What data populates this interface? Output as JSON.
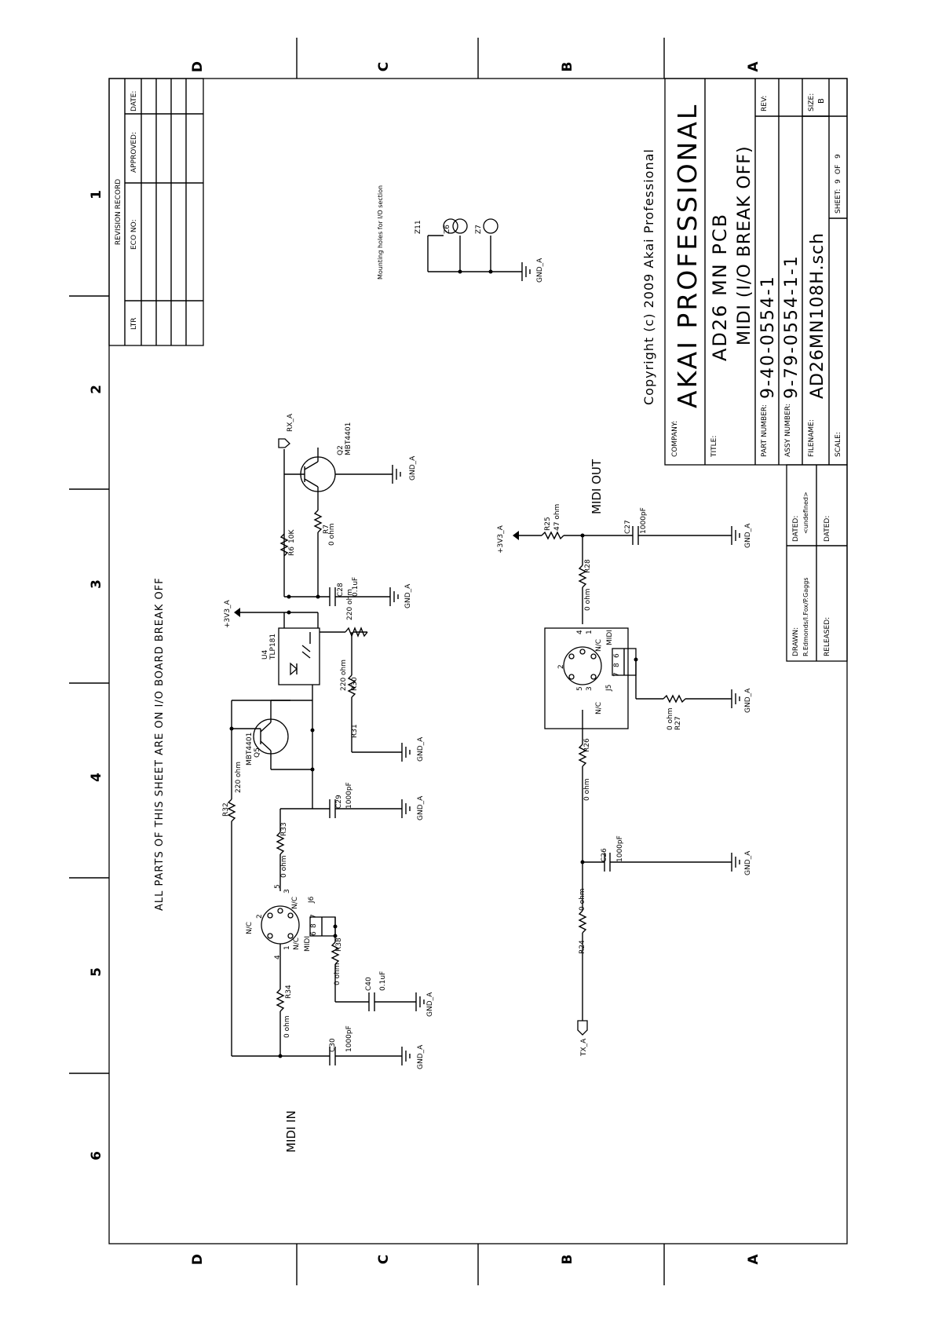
{
  "zones": {
    "letters": [
      "D",
      "C",
      "B",
      "A"
    ],
    "numbers": [
      "1",
      "2",
      "3",
      "4",
      "5",
      "6"
    ]
  },
  "notes": {
    "all_parts": "ALL PARTS OF THIS SHEET ARE ON I/O BOARD BREAK OFF",
    "mounting": "Mounting holes for I/O section",
    "midi_in": "MIDI IN",
    "midi_out": "MIDI OUT",
    "copyright": "Copyright (c) 2009 Akai Professional"
  },
  "revision": {
    "title": "REVISION RECORD",
    "col_ltr": "LTR",
    "col_eco": "ECO NO:",
    "col_approved": "APPROVED:",
    "col_date": "DATE:"
  },
  "title_block": {
    "company_label": "COMPANY:",
    "company": "AKAI PROFESSIONAL",
    "title_label": "TITLE:",
    "title1": "AD26 MN PCB",
    "title2": "MIDI (I/O BREAK OFF)",
    "rev_label": "REV:",
    "part_label": "PART NUMBER:",
    "part": "9-40-0554-1",
    "assy_label": "ASSY NUMBER:",
    "assy": "9-79-0554-1-1",
    "file_label": "FILENAME:",
    "file": "AD26MN108H.sch",
    "size_label": "SIZE:",
    "size": "B",
    "sheet_label": "SHEET:",
    "sheet": "9",
    "of_label": "OF",
    "of": "9",
    "scale_label": "SCALE:",
    "drawn_label": "DRAWN:",
    "drawn": "R.Edmonds/I.Fox/P.Gaggs",
    "dated_label": "DATED:",
    "dated": "<undefined>",
    "released_label": "RELEASED:",
    "dated2_label": "DATED:"
  },
  "nets": {
    "rx": "RX_A",
    "tx": "TX_A",
    "vcc": "+3V3_A",
    "gnd": "GND_A"
  },
  "components": {
    "Q2": {
      "ref": "Q2",
      "part": "MBT4401"
    },
    "Q5": {
      "ref": "Q5",
      "part": "MBT4401"
    },
    "U4": {
      "ref": "U4",
      "part": "TLP181"
    },
    "R6": {
      "ref": "R6",
      "value": "10K"
    },
    "R7": {
      "ref": "R7",
      "value": "0 ohm"
    },
    "R30": {
      "ref": "R30",
      "value": "220 ohm"
    },
    "R31": {
      "ref": "R31",
      "value": "220 ohm"
    },
    "R32": {
      "ref": "R32",
      "value": "220 ohm"
    },
    "R33": {
      "ref": "R33",
      "value": "0 ohm"
    },
    "R34": {
      "ref": "R34",
      "value": "0 ohm"
    },
    "R38": {
      "ref": "R38",
      "value": "0 ohm"
    },
    "R24": {
      "ref": "R24",
      "value": "0 ohm"
    },
    "R25": {
      "ref": "R25",
      "value": "47 ohm"
    },
    "R26": {
      "ref": "R26",
      "value": "0 ohm"
    },
    "R27": {
      "ref": "R27",
      "value": "0 ohm"
    },
    "R28": {
      "ref": "R28",
      "value": "0 ohm"
    },
    "C26": {
      "ref": "C26",
      "value": "1000pF"
    },
    "C27": {
      "ref": "C27",
      "value": "1000pF"
    },
    "C28": {
      "ref": "C28",
      "value": "0.1uF"
    },
    "C29": {
      "ref": "C29",
      "value": "1000pF"
    },
    "C30": {
      "ref": "C30",
      "value": "1000pF"
    },
    "C40": {
      "ref": "C40",
      "value": "0.1uF"
    },
    "J5": {
      "ref": "J5",
      "label": "MIDI",
      "nc": "N/C"
    },
    "J6": {
      "ref": "J6",
      "label": "MIDI",
      "nc": "N/C"
    },
    "Z6": {
      "ref": "Z6"
    },
    "Z7": {
      "ref": "Z7"
    },
    "Z11": {
      "ref": "Z11"
    }
  },
  "pins": {
    "j5": [
      "4",
      "1",
      "2",
      "5",
      "3",
      "6",
      "7",
      "8"
    ],
    "j6": [
      "5",
      "3",
      "4",
      "1",
      "2",
      "6",
      "7",
      "8"
    ]
  }
}
